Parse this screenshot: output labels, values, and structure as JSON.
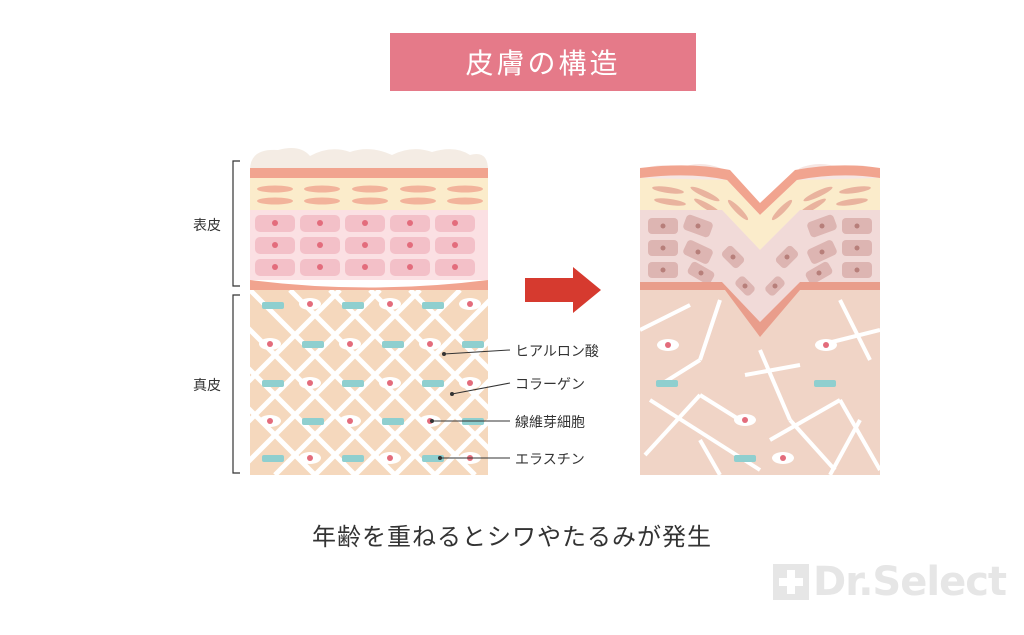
{
  "title": "皮膚の構造",
  "layers": {
    "epidermis": "表皮",
    "dermis": "真皮"
  },
  "components": {
    "hyaluronic_acid": "ヒアルロン酸",
    "collagen": "コラーゲン",
    "fibroblast": "線維芽細胞",
    "elastin": "エラスチン"
  },
  "caption": "年齢を重ねるとシワやたるみが発生",
  "logo": {
    "text": "Dr.Select",
    "icon": "medical-cross-icon"
  },
  "colors": {
    "title_bg": "#e57a89",
    "arrow": "#d63a2f",
    "dermis": "#f5d8bd",
    "dermis_aged": "#f0d4c6",
    "epidermis_cells": "#f3c3cb",
    "elastin": "#8fcfcf"
  }
}
